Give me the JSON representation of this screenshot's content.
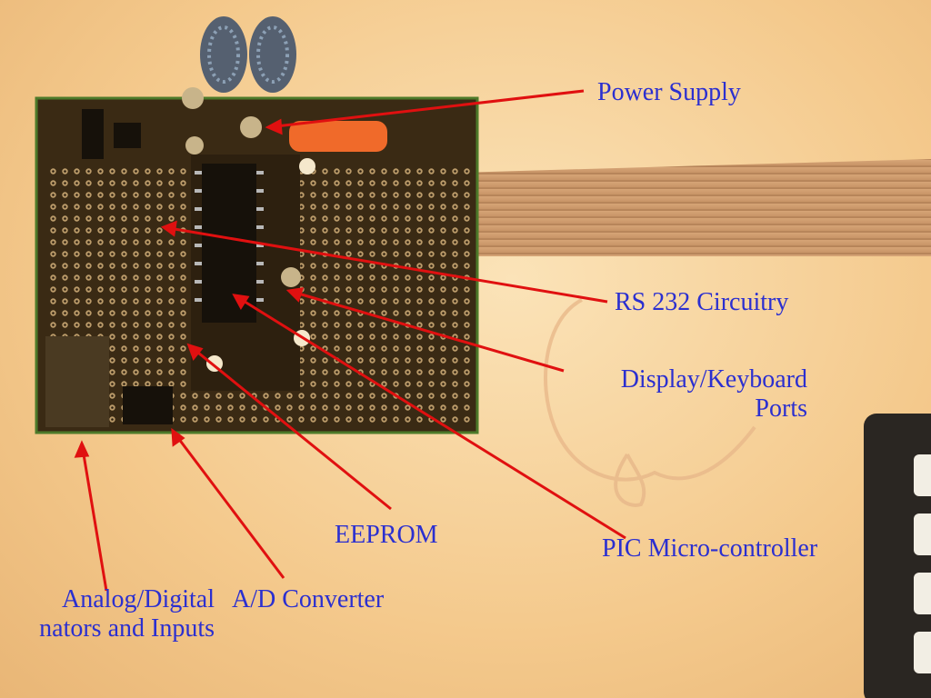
{
  "labels": {
    "power_supply": "Power Supply",
    "rs232": "RS 232 Circuitry",
    "display_line1": "Display/Keyboard",
    "display_line2": "Ports",
    "eeprom": "EEPROM",
    "pic": "PIC Micro-controller",
    "adc": "A/D Converter",
    "analog_line1": "Analog/Digital",
    "analog_line2": "nators and Inputs"
  },
  "colors": {
    "label_text": "#2b2fd0",
    "arrow": "#e01010",
    "board": "#3a2a14",
    "background": "#f6d29c"
  }
}
